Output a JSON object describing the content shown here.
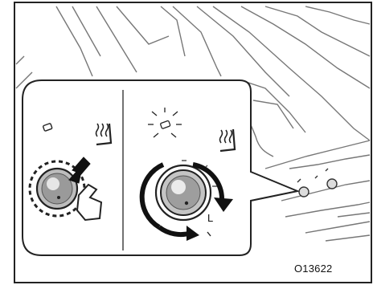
{
  "figure": {
    "code": "O13622",
    "description_visible": false,
    "panels": [
      {
        "name": "left-panel",
        "state": "push knob"
      },
      {
        "name": "right-panel",
        "state": "turn knob"
      }
    ],
    "dial_labels": {
      "low": "L"
    },
    "icons": {
      "seat_heater": "seat-heater-icon",
      "indicator_light": "indicator-light-icon",
      "push_arrow": "push-arrow-icon",
      "turn_arrow": "turn-arrow-icon",
      "hand": "hand-icon"
    }
  }
}
